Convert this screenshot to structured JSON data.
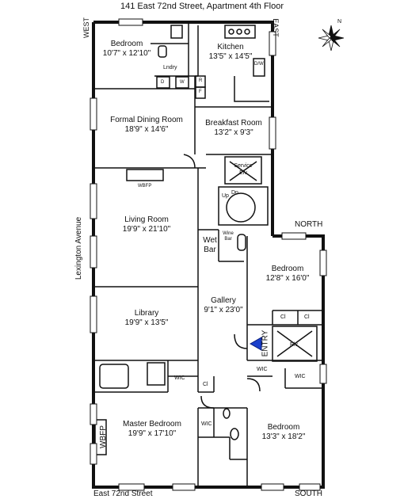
{
  "title": "141 East 72nd Street, Apartment 4th Floor",
  "compass": {
    "west": "WEST",
    "east": "EAST",
    "north": "NORTH",
    "south": "SOUTH",
    "rose": "N"
  },
  "streets": {
    "left": "Lexington Avenue",
    "bottom": "East 72nd Street"
  },
  "rooms": {
    "bedroom_nw": {
      "name": "Bedroom",
      "size": "10'7\" x 12'10\""
    },
    "laundry": {
      "name": "Lndry",
      "d": "D",
      "w": "W"
    },
    "kitchen": {
      "name": "Kitchen",
      "size": "13'5\" x 14'5\"",
      "dw": "D/W",
      "r": "R",
      "f": "F"
    },
    "dining": {
      "name": "Formal Dining Room",
      "size": "18'9\" x 14'6\""
    },
    "breakfast": {
      "name": "Breakfast Room",
      "size": "13'2\" x 9'3\""
    },
    "service_elv": {
      "name": "Service",
      "sub": "Elv"
    },
    "stairs": {
      "up": "Up",
      "dn": "Dn"
    },
    "wbfp_living": "WBFP",
    "living": {
      "name": "Living Room",
      "size": "19'9\" x 21'10\""
    },
    "wet_bar": {
      "line1": "Wet",
      "line2": "Bar"
    },
    "wine_bar": {
      "line1": "Wine",
      "line2": "Bar"
    },
    "bedroom_ne": {
      "name": "Bedroom",
      "size": "12'8\" x 16'0\""
    },
    "library": {
      "name": "Library",
      "size": "19'9\" x 13'5\""
    },
    "gallery": {
      "name": "Gallery",
      "size": "9'1\" x 23'0\""
    },
    "cl": "Cl",
    "entry": "ENTRY",
    "elv": "Elv",
    "wic": "WIC",
    "master": {
      "name": "Master Bedroom",
      "size": "19'9\" x 17'10\""
    },
    "wbfp_master": "WBFP",
    "bedroom_se": {
      "name": "Bedroom",
      "size": "13'3\" x 18'2\""
    }
  }
}
